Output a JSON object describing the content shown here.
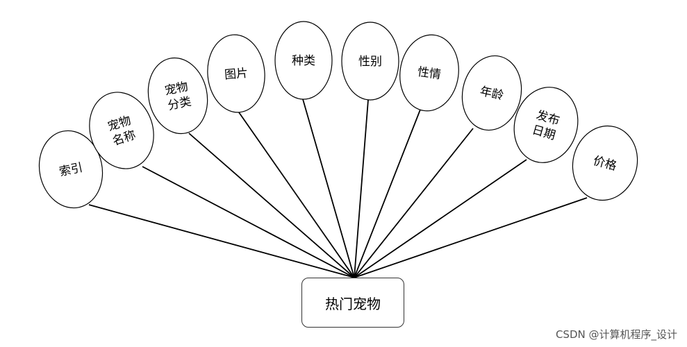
{
  "entity": {
    "label": "热门宠物"
  },
  "attributes": [
    {
      "id": "suoyin",
      "lines": [
        "索引"
      ]
    },
    {
      "id": "chongwu-mingcheng",
      "lines": [
        "宠物",
        "名称"
      ]
    },
    {
      "id": "chongwu-fenlei",
      "lines": [
        "宠物",
        "分类"
      ]
    },
    {
      "id": "tupian",
      "lines": [
        "图片"
      ]
    },
    {
      "id": "zhonglei",
      "lines": [
        "种类"
      ]
    },
    {
      "id": "xingbie",
      "lines": [
        "性别"
      ]
    },
    {
      "id": "xingqing",
      "lines": [
        "性情"
      ]
    },
    {
      "id": "nianling",
      "lines": [
        "年龄"
      ]
    },
    {
      "id": "fabu-riqi",
      "lines": [
        "发布",
        "日期"
      ]
    },
    {
      "id": "jiage",
      "lines": [
        "价格"
      ]
    }
  ],
  "watermark": "CSDN @计算机程序_设计"
}
